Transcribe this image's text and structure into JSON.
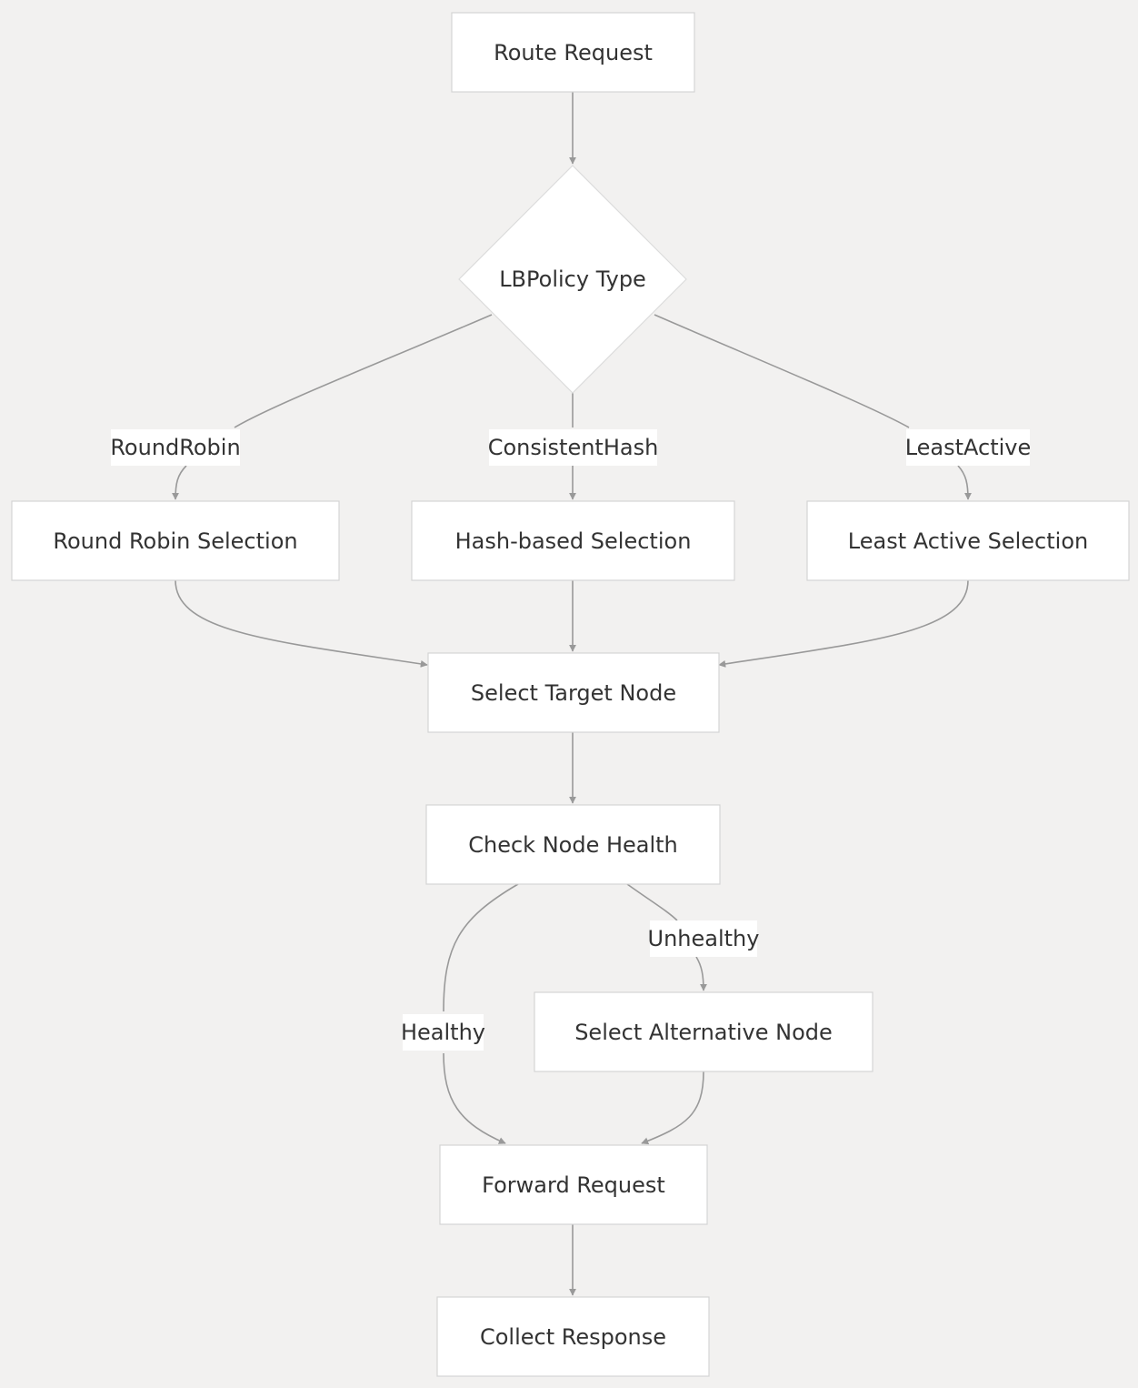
{
  "colors": {
    "background": "#f2f1f0",
    "node_fill": "#ffffff",
    "node_border": "#d4d4d4",
    "edge": "#999999",
    "text": "#333333"
  },
  "nodes": {
    "route_request": "Route Request",
    "lbpolicy_type": "LBPolicy Type",
    "round_robin_selection": "Round Robin Selection",
    "hash_based_selection": "Hash-based Selection",
    "least_active_selection": "Least Active Selection",
    "select_target_node": "Select Target Node",
    "check_node_health": "Check Node Health",
    "select_alternative_node": "Select Alternative Node",
    "forward_request": "Forward Request",
    "collect_response": "Collect Response"
  },
  "edge_labels": {
    "round_robin": "RoundRobin",
    "consistent_hash": "ConsistentHash",
    "least_active": "LeastActive",
    "healthy": "Healthy",
    "unhealthy": "Unhealthy"
  }
}
